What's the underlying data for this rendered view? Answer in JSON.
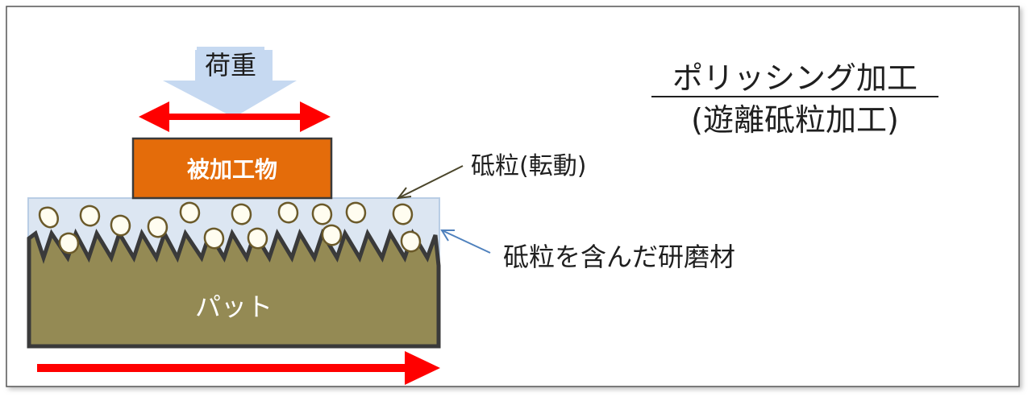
{
  "title": {
    "main": "ポリッシング加工",
    "sub": "(遊離砥粒加工)"
  },
  "labels": {
    "load": "荷重",
    "workpiece": "被加工物",
    "abrasive_rolling": "砥粒(転動)",
    "abrasive_slurry": "砥粒を含んだ研磨材",
    "pad": "パット"
  },
  "colors": {
    "workpiece": "#e46c0a",
    "pad": "#948a54",
    "slurry": "#dce6f2",
    "arrow_red": "#ff0000",
    "load_arrow": "#c6d9f1",
    "leader_dark": "#4a452a",
    "leader_blue": "#4f81bd"
  },
  "icons": {
    "load_arrow": "down-arrow-icon",
    "workpiece_motion": "double-headed-arrow-icon",
    "pad_motion": "right-arrow-icon"
  }
}
